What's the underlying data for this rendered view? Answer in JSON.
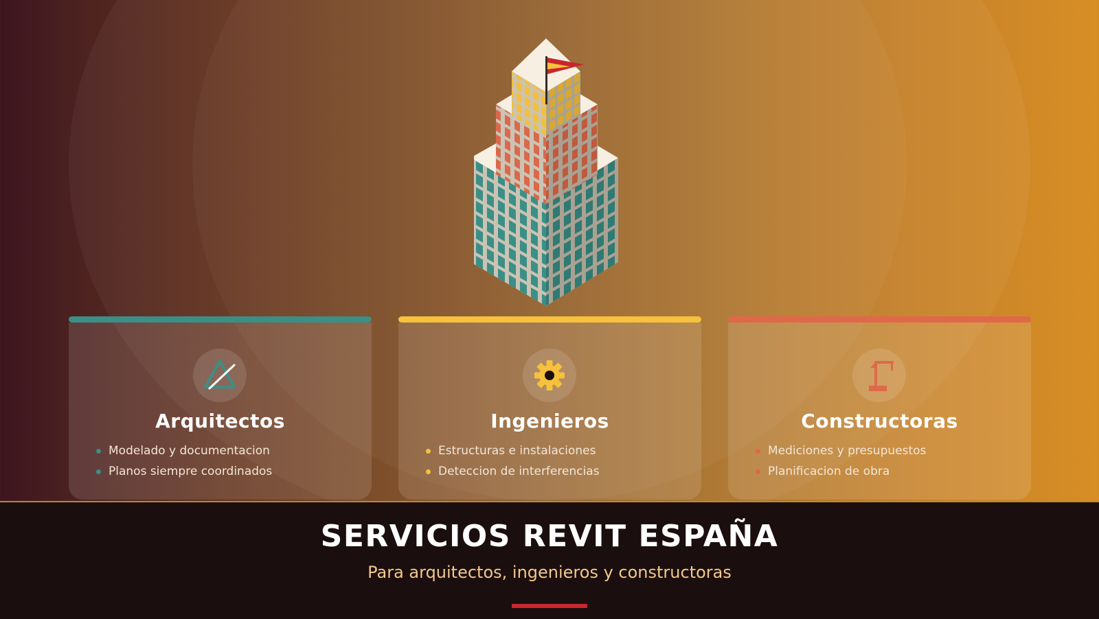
{
  "colors": {
    "teal": "#3b8f86",
    "gold": "#f6c13c",
    "coral": "#e0684a",
    "footer_bg": "#1b0e0e",
    "accent_red": "#c9262d",
    "subtitle": "#f3c98a"
  },
  "hero": {
    "icon": "isometric-tower-icon",
    "flag_icon": "spanish-flag-icon"
  },
  "cards": [
    {
      "title": "Arquitectos",
      "icon": "triangle-ruler-icon",
      "color": "#3b8f86",
      "items": [
        "Modelado y documentacion",
        "Planos siempre coordinados"
      ]
    },
    {
      "title": "Ingenieros",
      "icon": "gear-icon",
      "color": "#f6c13c",
      "items": [
        "Estructuras e instalaciones",
        "Deteccion de interferencias"
      ]
    },
    {
      "title": "Constructoras",
      "icon": "crane-icon",
      "color": "#e0684a",
      "items": [
        "Mediciones y presupuestos",
        "Planificacion de obra"
      ]
    }
  ],
  "footer": {
    "title": "SERVICIOS REVIT ESPAÑA",
    "subtitle": "Para arquitectos, ingenieros y constructoras"
  }
}
